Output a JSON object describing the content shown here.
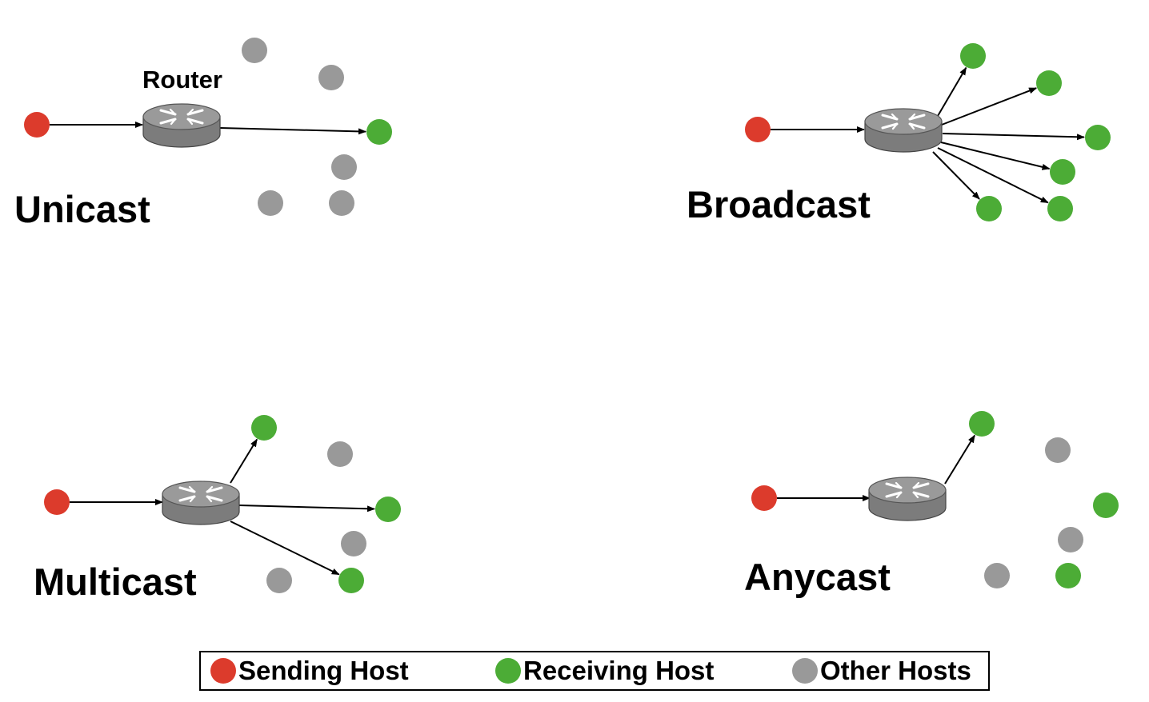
{
  "router_label": "Router",
  "colors": {
    "sending": "#dc3b2c",
    "receiving": "#4cac36",
    "other": "#999999",
    "router_body": "#7c7c7c",
    "router_top": "#9a9a9a"
  },
  "icons": {
    "router": "router-icon",
    "host": "host-icon",
    "arrow": "arrow-icon"
  },
  "panels": [
    {
      "id": "unicast",
      "title": "Unicast"
    },
    {
      "id": "broadcast",
      "title": "Broadcast"
    },
    {
      "id": "multicast",
      "title": "Multicast"
    },
    {
      "id": "anycast",
      "title": "Anycast"
    }
  ],
  "legend": [
    {
      "role": "sending",
      "label": "Sending Host"
    },
    {
      "role": "receiving",
      "label": "Receiving Host"
    },
    {
      "role": "other",
      "label": "Other Hosts"
    }
  ]
}
